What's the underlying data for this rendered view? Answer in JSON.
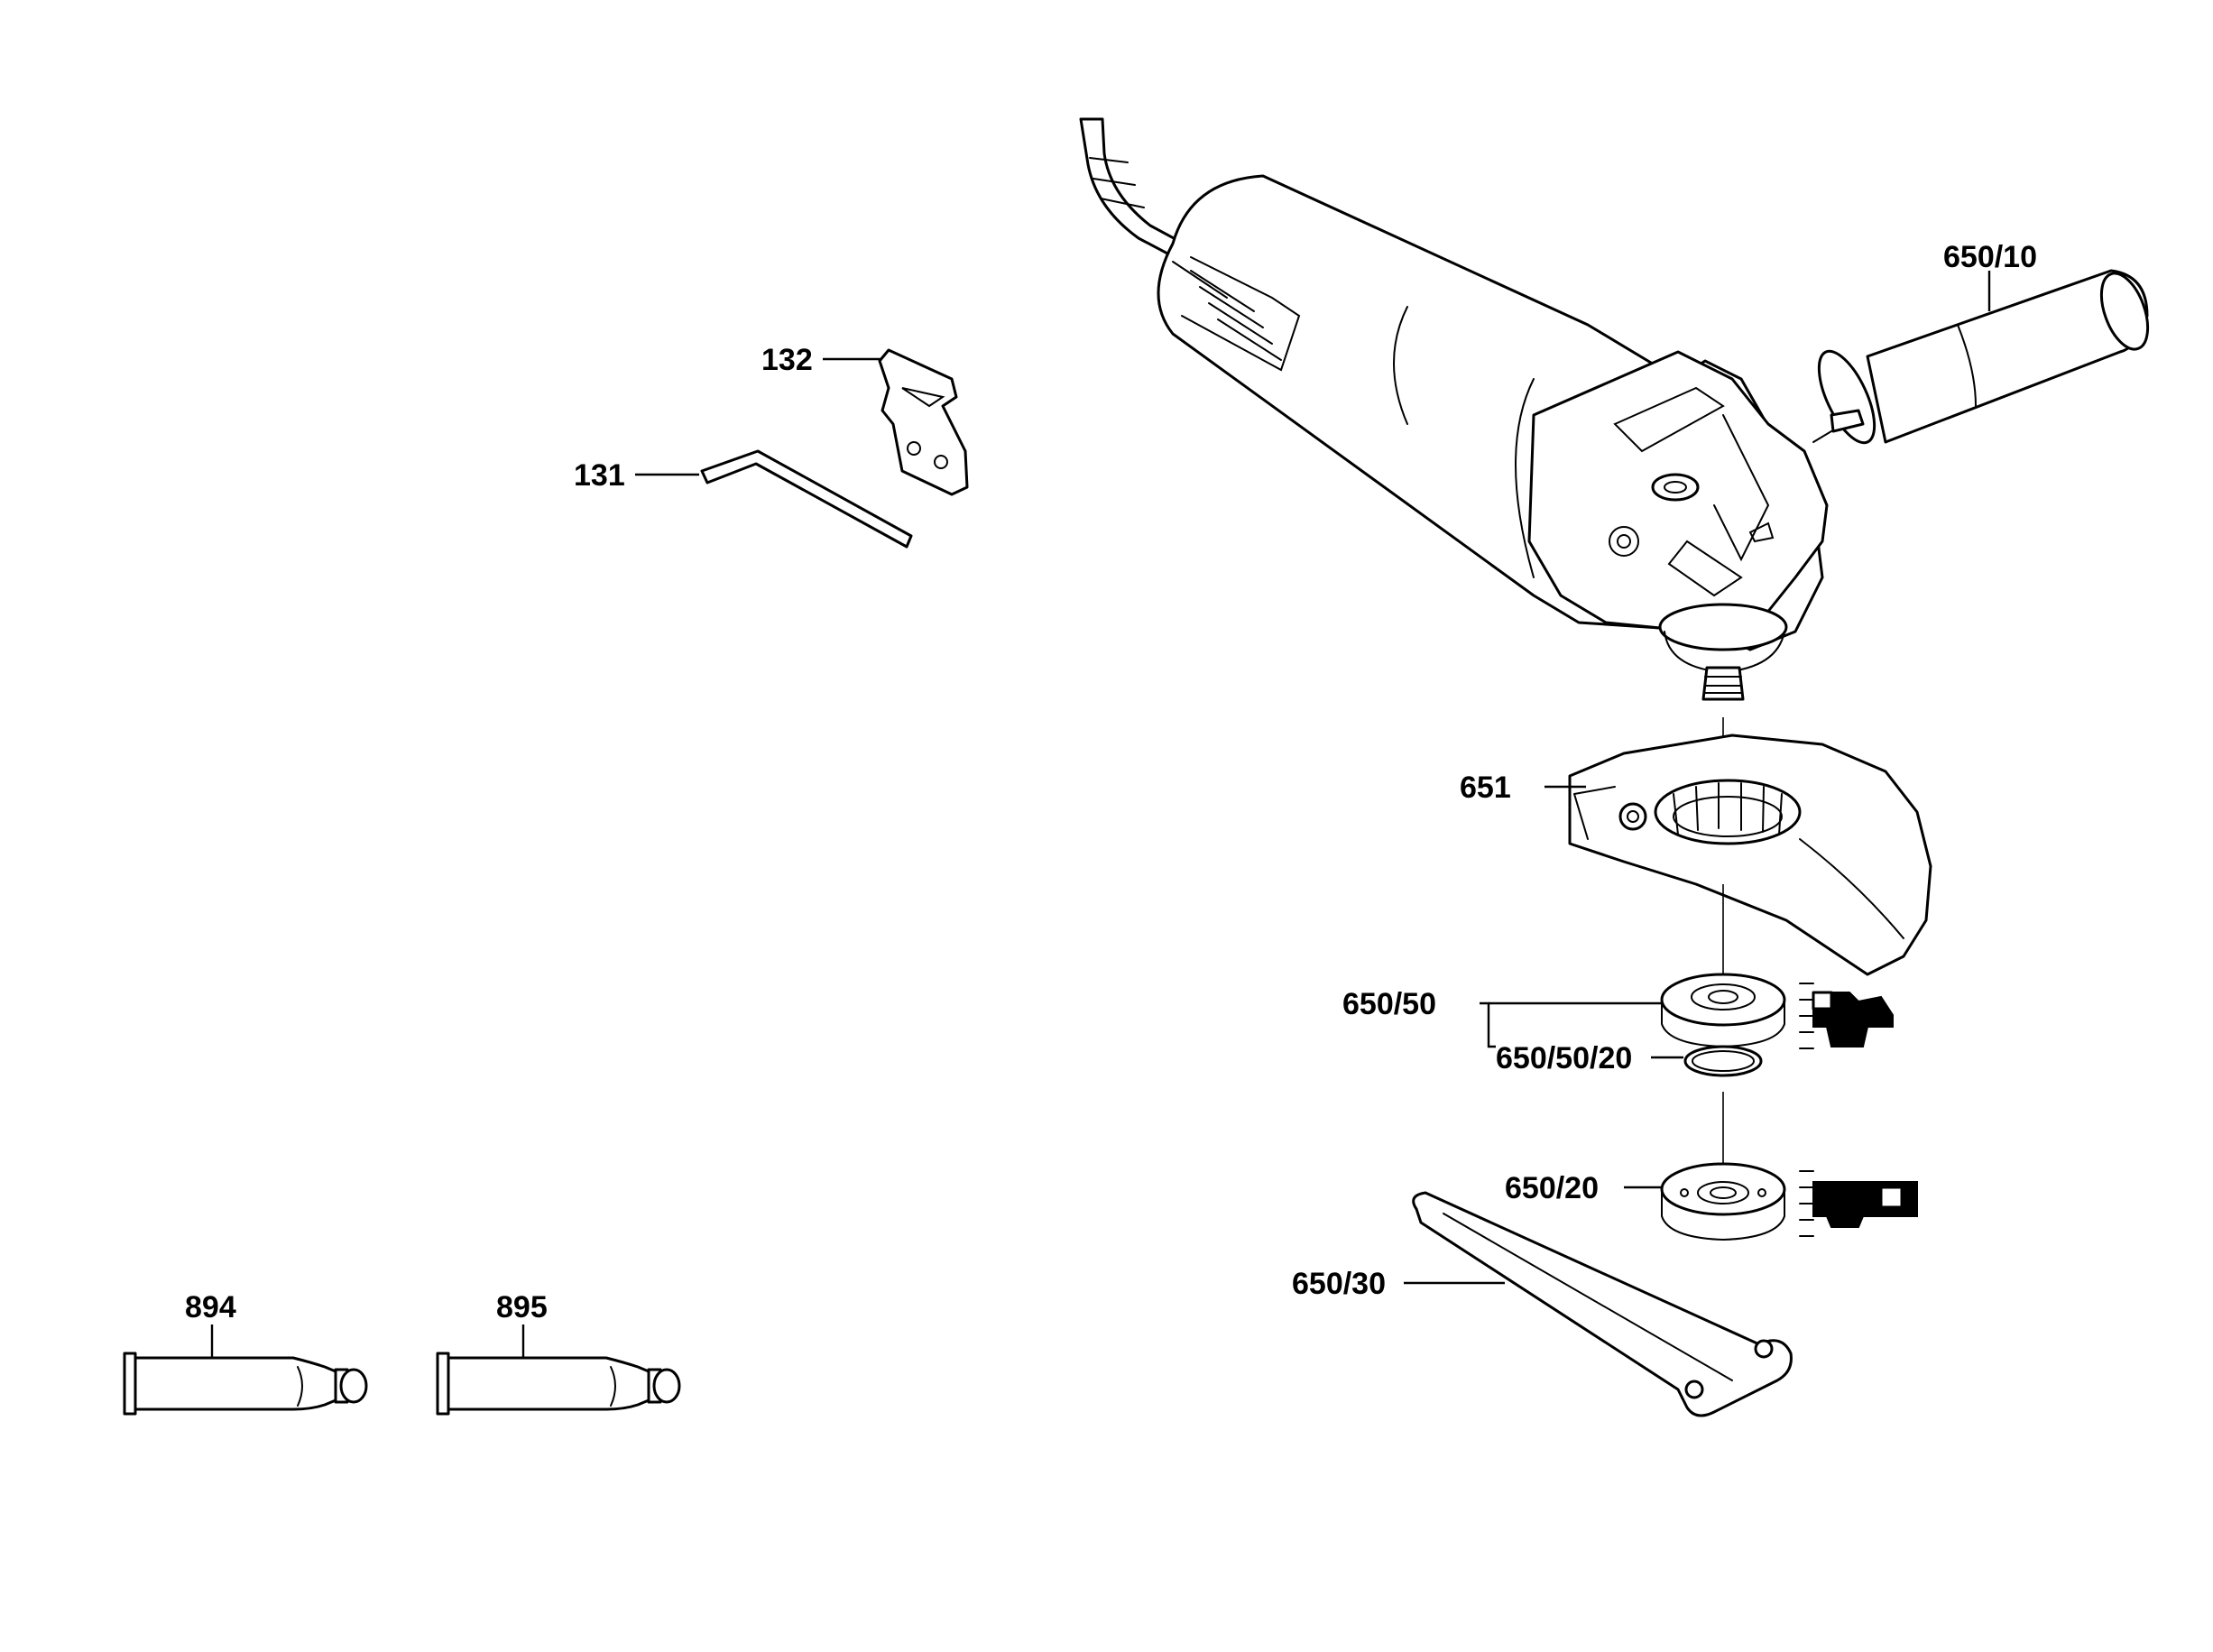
{
  "labels": {
    "p131": "131",
    "p132": "132",
    "p650_10": "650/10",
    "p651": "651",
    "p650_50": "650/50",
    "p650_50_20": "650/50/20",
    "p650_20": "650/20",
    "p650_30": "650/30",
    "p894": "894",
    "p895": "895"
  },
  "colors": {
    "line": "#000000",
    "background": "#ffffff"
  }
}
